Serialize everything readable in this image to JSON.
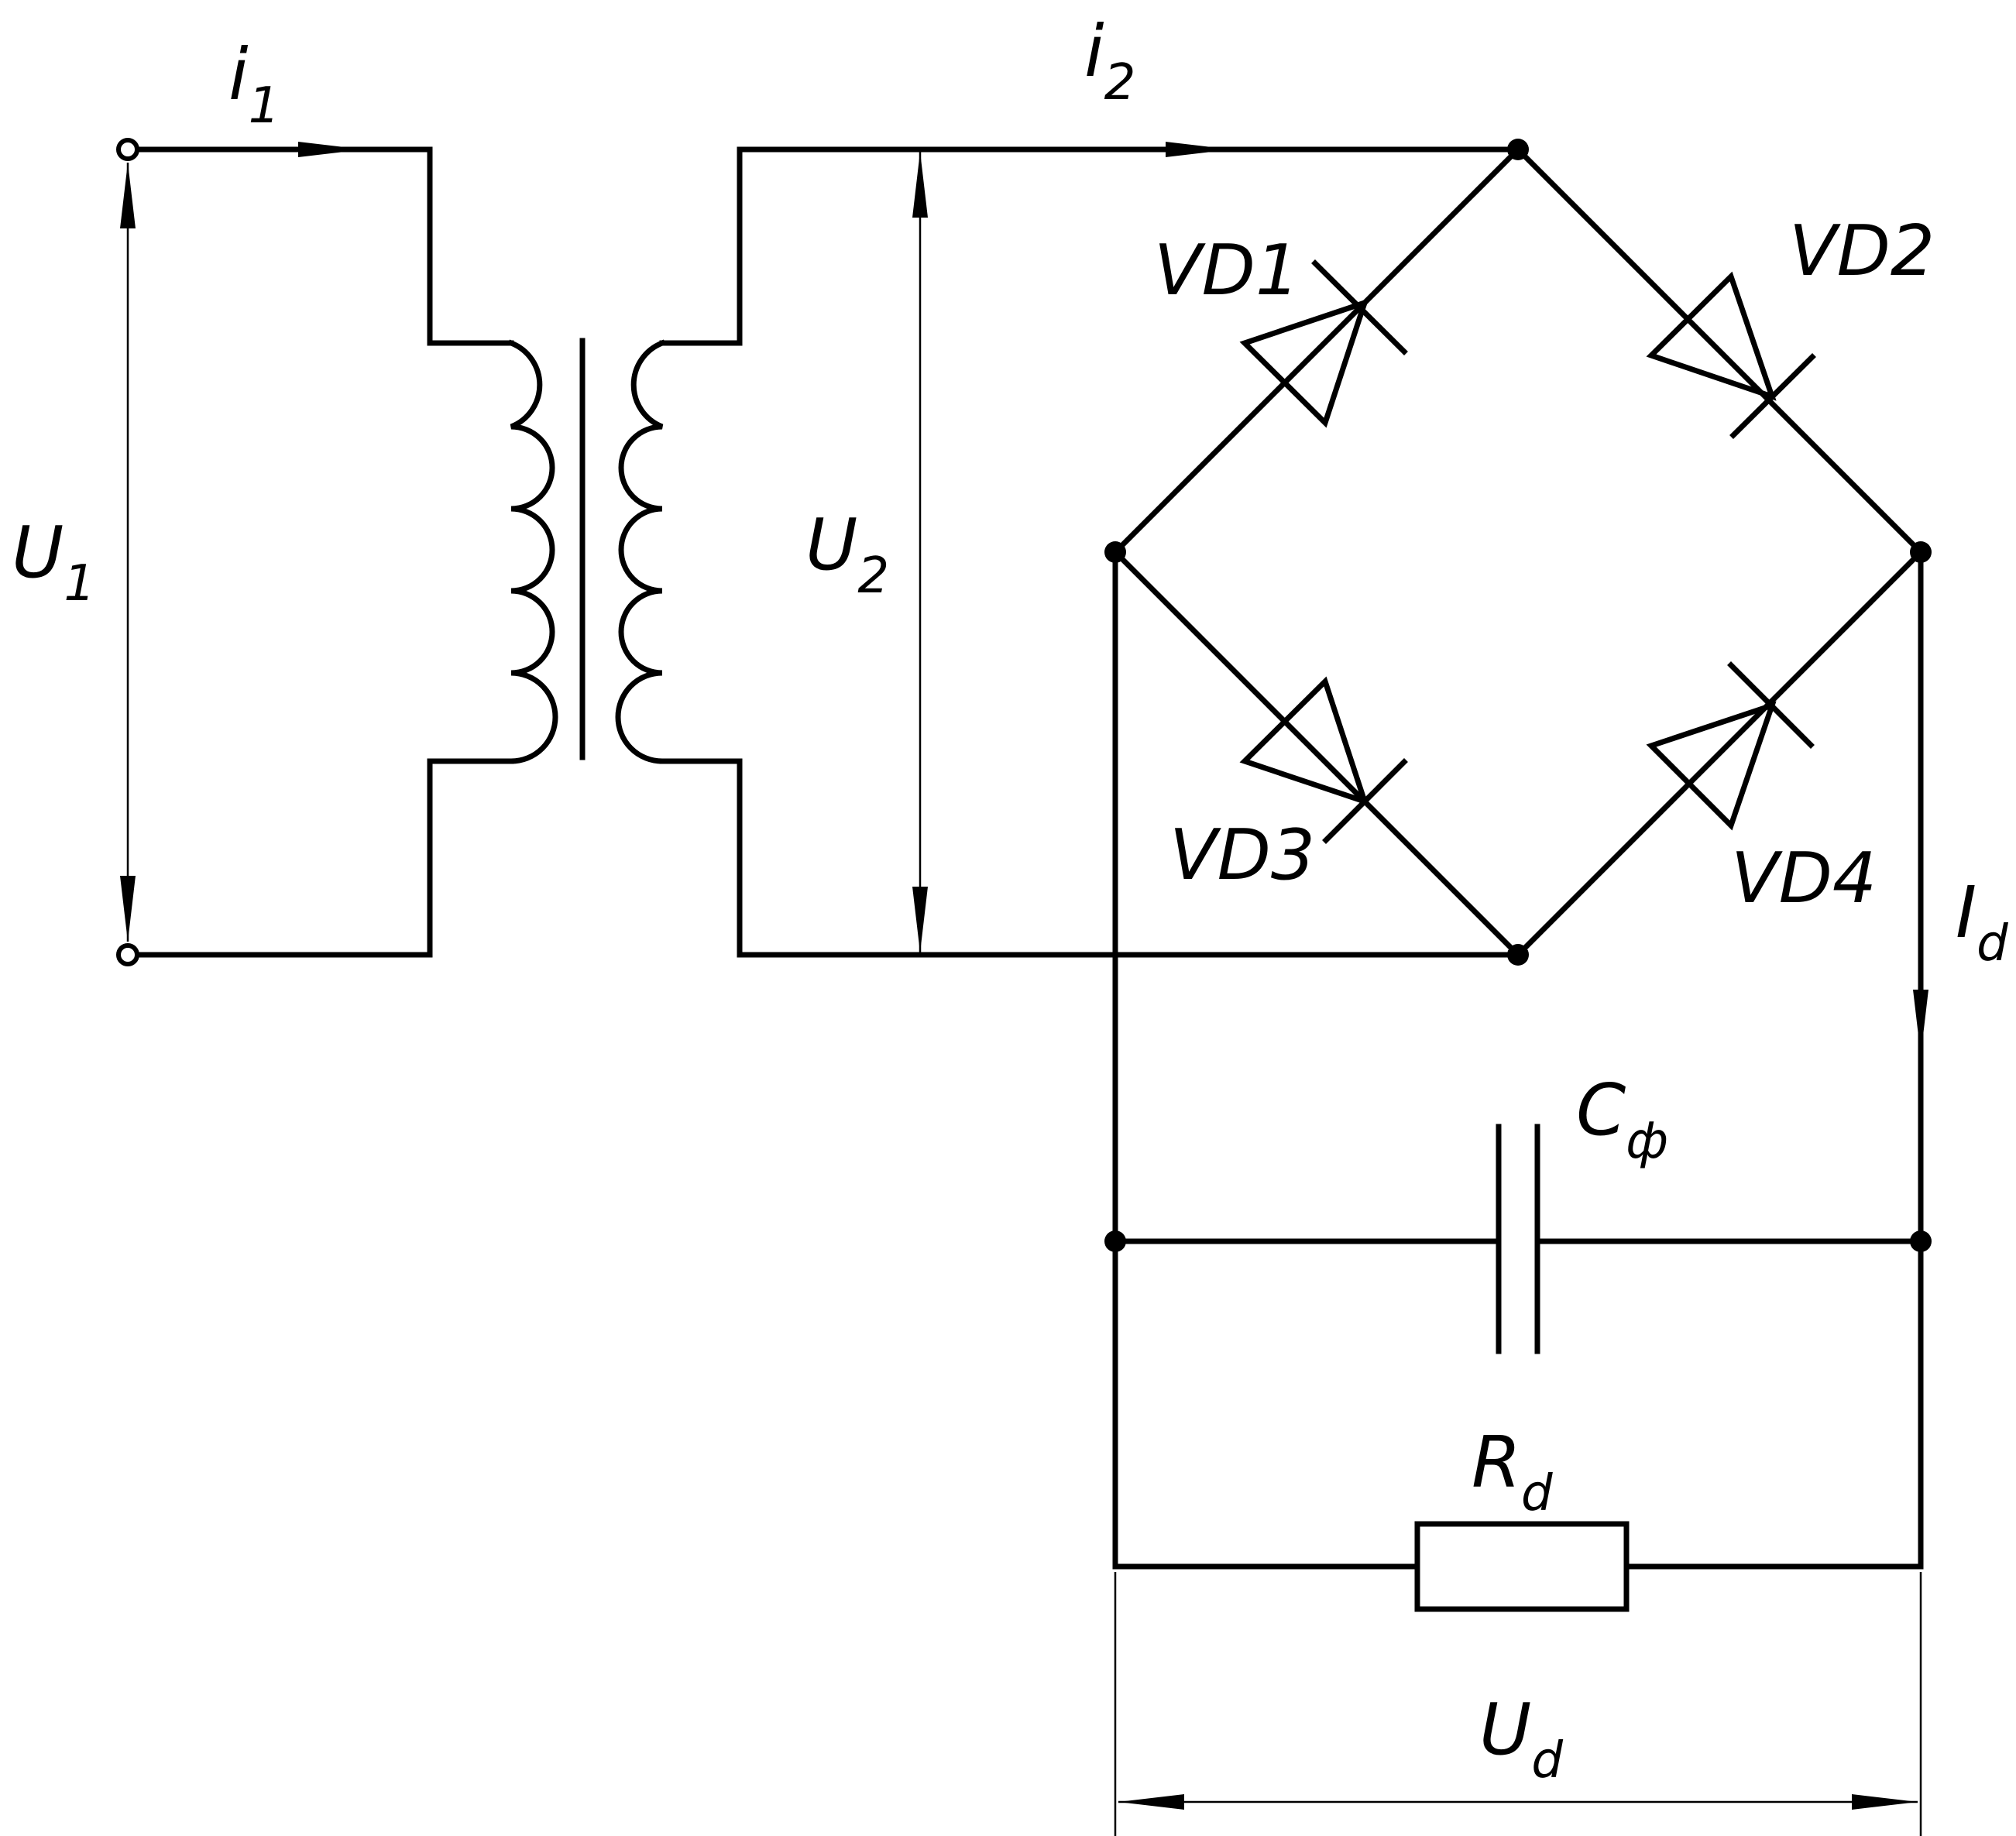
{
  "labels": {
    "i1": {
      "main": "i",
      "sub": "1"
    },
    "i2": {
      "main": "i",
      "sub": "2"
    },
    "U1": {
      "main": "U",
      "sub": "1"
    },
    "U2": {
      "main": "U",
      "sub": "2"
    },
    "Id": {
      "main": "I",
      "sub": "d"
    },
    "Cf": {
      "main": "C",
      "sub": "ф"
    },
    "Rd": {
      "main": "R",
      "sub": "d"
    },
    "Ud": {
      "main": "U",
      "sub": "d"
    },
    "VD1": "VD1",
    "VD2": "VD2",
    "VD3": "VD3",
    "VD4": "VD4"
  }
}
